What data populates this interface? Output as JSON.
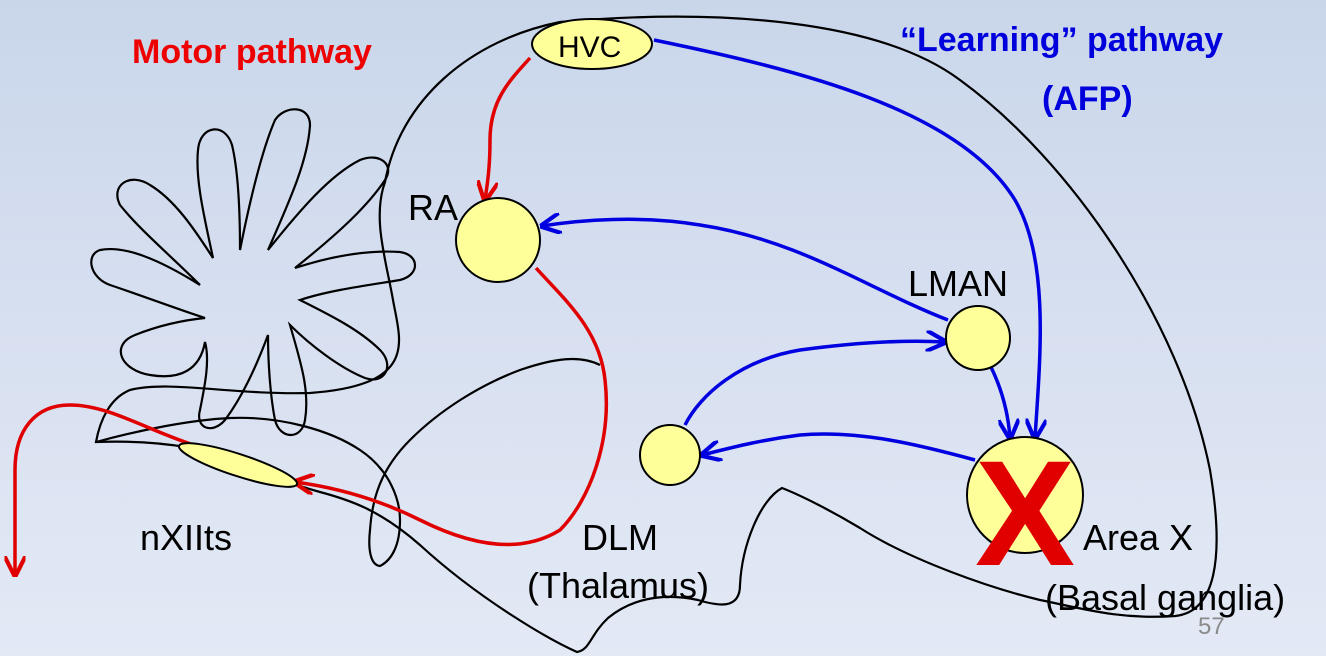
{
  "titles": {
    "motor": "Motor pathway",
    "learning_line1": "“Learning” pathway",
    "learning_line2": "(AFP)"
  },
  "nuclei": {
    "hvc": "HVC",
    "ra": "RA",
    "lman": "LMAN",
    "nxiits": "nXIIts",
    "dlm_line1": "DLM",
    "dlm_line2": "(Thalamus)",
    "areax_line1": "Area X",
    "areax_line2": "(Basal ganglia)"
  },
  "lesion_mark": "X",
  "page_number": "57",
  "colors": {
    "motor": "#e00000",
    "learning": "#0000e0",
    "nucleus_fill": "#ffff99"
  }
}
